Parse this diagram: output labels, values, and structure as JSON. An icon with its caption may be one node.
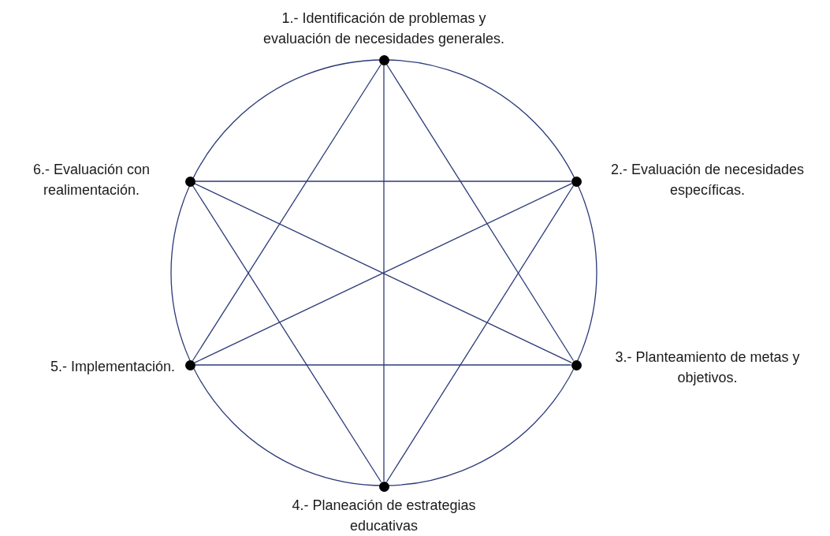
{
  "diagram": {
    "nodes": [
      {
        "text": [],
        "shape": "circle",
        "beside": [
          "1.- Identificación de problemas y evaluación de necesidades generales."
        ]
      },
      {
        "text": [],
        "shape": "circle",
        "beside": [
          "2.- Evaluación de necesidades específicas."
        ]
      },
      {
        "text": [],
        "shape": "circle",
        "beside": [
          "3.- Planteamiento de metas y objetivos."
        ]
      },
      {
        "text": [],
        "shape": "circle",
        "beside": [
          "4.- Planeación de estrategias educativas"
        ]
      },
      {
        "text": [],
        "shape": "circle",
        "beside": [
          "5.- Implementación."
        ]
      },
      {
        "text": [],
        "shape": "circle",
        "beside": [
          "6.- Evaluación con realimentación."
        ]
      }
    ],
    "edges": [
      {
        "from": 0,
        "to": 2,
        "arrow": "none"
      },
      {
        "from": 0,
        "to": 4,
        "arrow": "none"
      },
      {
        "from": 4,
        "to": 2,
        "arrow": "none"
      },
      {
        "from": 1,
        "to": 3,
        "arrow": "none"
      },
      {
        "from": 3,
        "to": 5,
        "arrow": "none"
      },
      {
        "from": 5,
        "to": 1,
        "arrow": "none"
      },
      {
        "from": 0,
        "to": 3,
        "arrow": "none"
      },
      {
        "from": 4,
        "to": 1,
        "arrow": "none"
      },
      {
        "from": 5,
        "to": 2,
        "arrow": "none"
      }
    ]
  }
}
